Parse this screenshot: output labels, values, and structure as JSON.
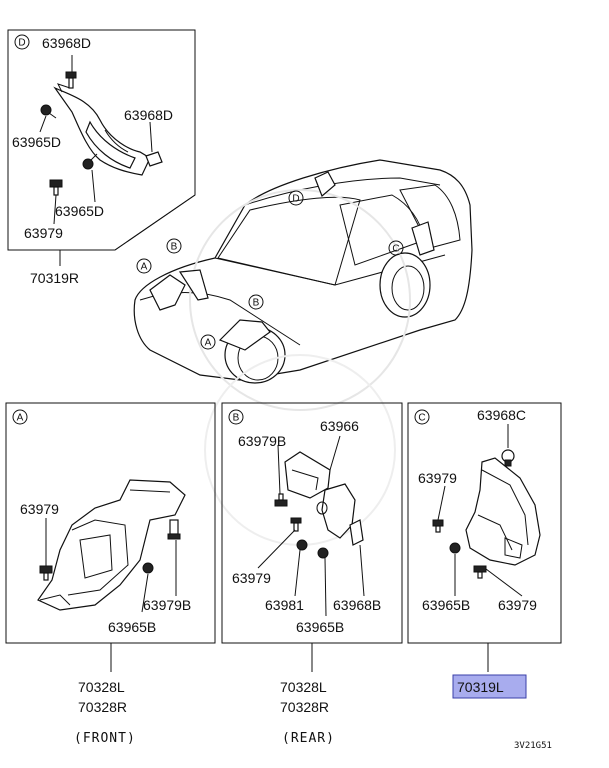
{
  "diagram": {
    "panel_d": {
      "marker": "D",
      "labels": [
        "63968D",
        "63968D",
        "63965D",
        "63965D",
        "63979"
      ],
      "assembly": "70319R"
    },
    "car": {
      "markers": [
        "A",
        "B",
        "B",
        "A",
        "D",
        "C"
      ]
    },
    "panel_a": {
      "marker": "A",
      "labels": [
        "63979",
        "63979B",
        "63965B"
      ],
      "assembly": [
        "70328L",
        "70328R"
      ],
      "caption": "(FRONT)"
    },
    "panel_b": {
      "marker": "B",
      "labels": [
        "63979B",
        "63966",
        "63979",
        "63981",
        "63968B",
        "63965B"
      ],
      "assembly": [
        "70328L",
        "70328R"
      ],
      "caption": "(REAR)"
    },
    "panel_c": {
      "marker": "C",
      "labels": [
        "63968C",
        "63979",
        "63965B",
        "63979"
      ],
      "assembly": "70319L"
    },
    "figure_code": "3V21G51"
  }
}
